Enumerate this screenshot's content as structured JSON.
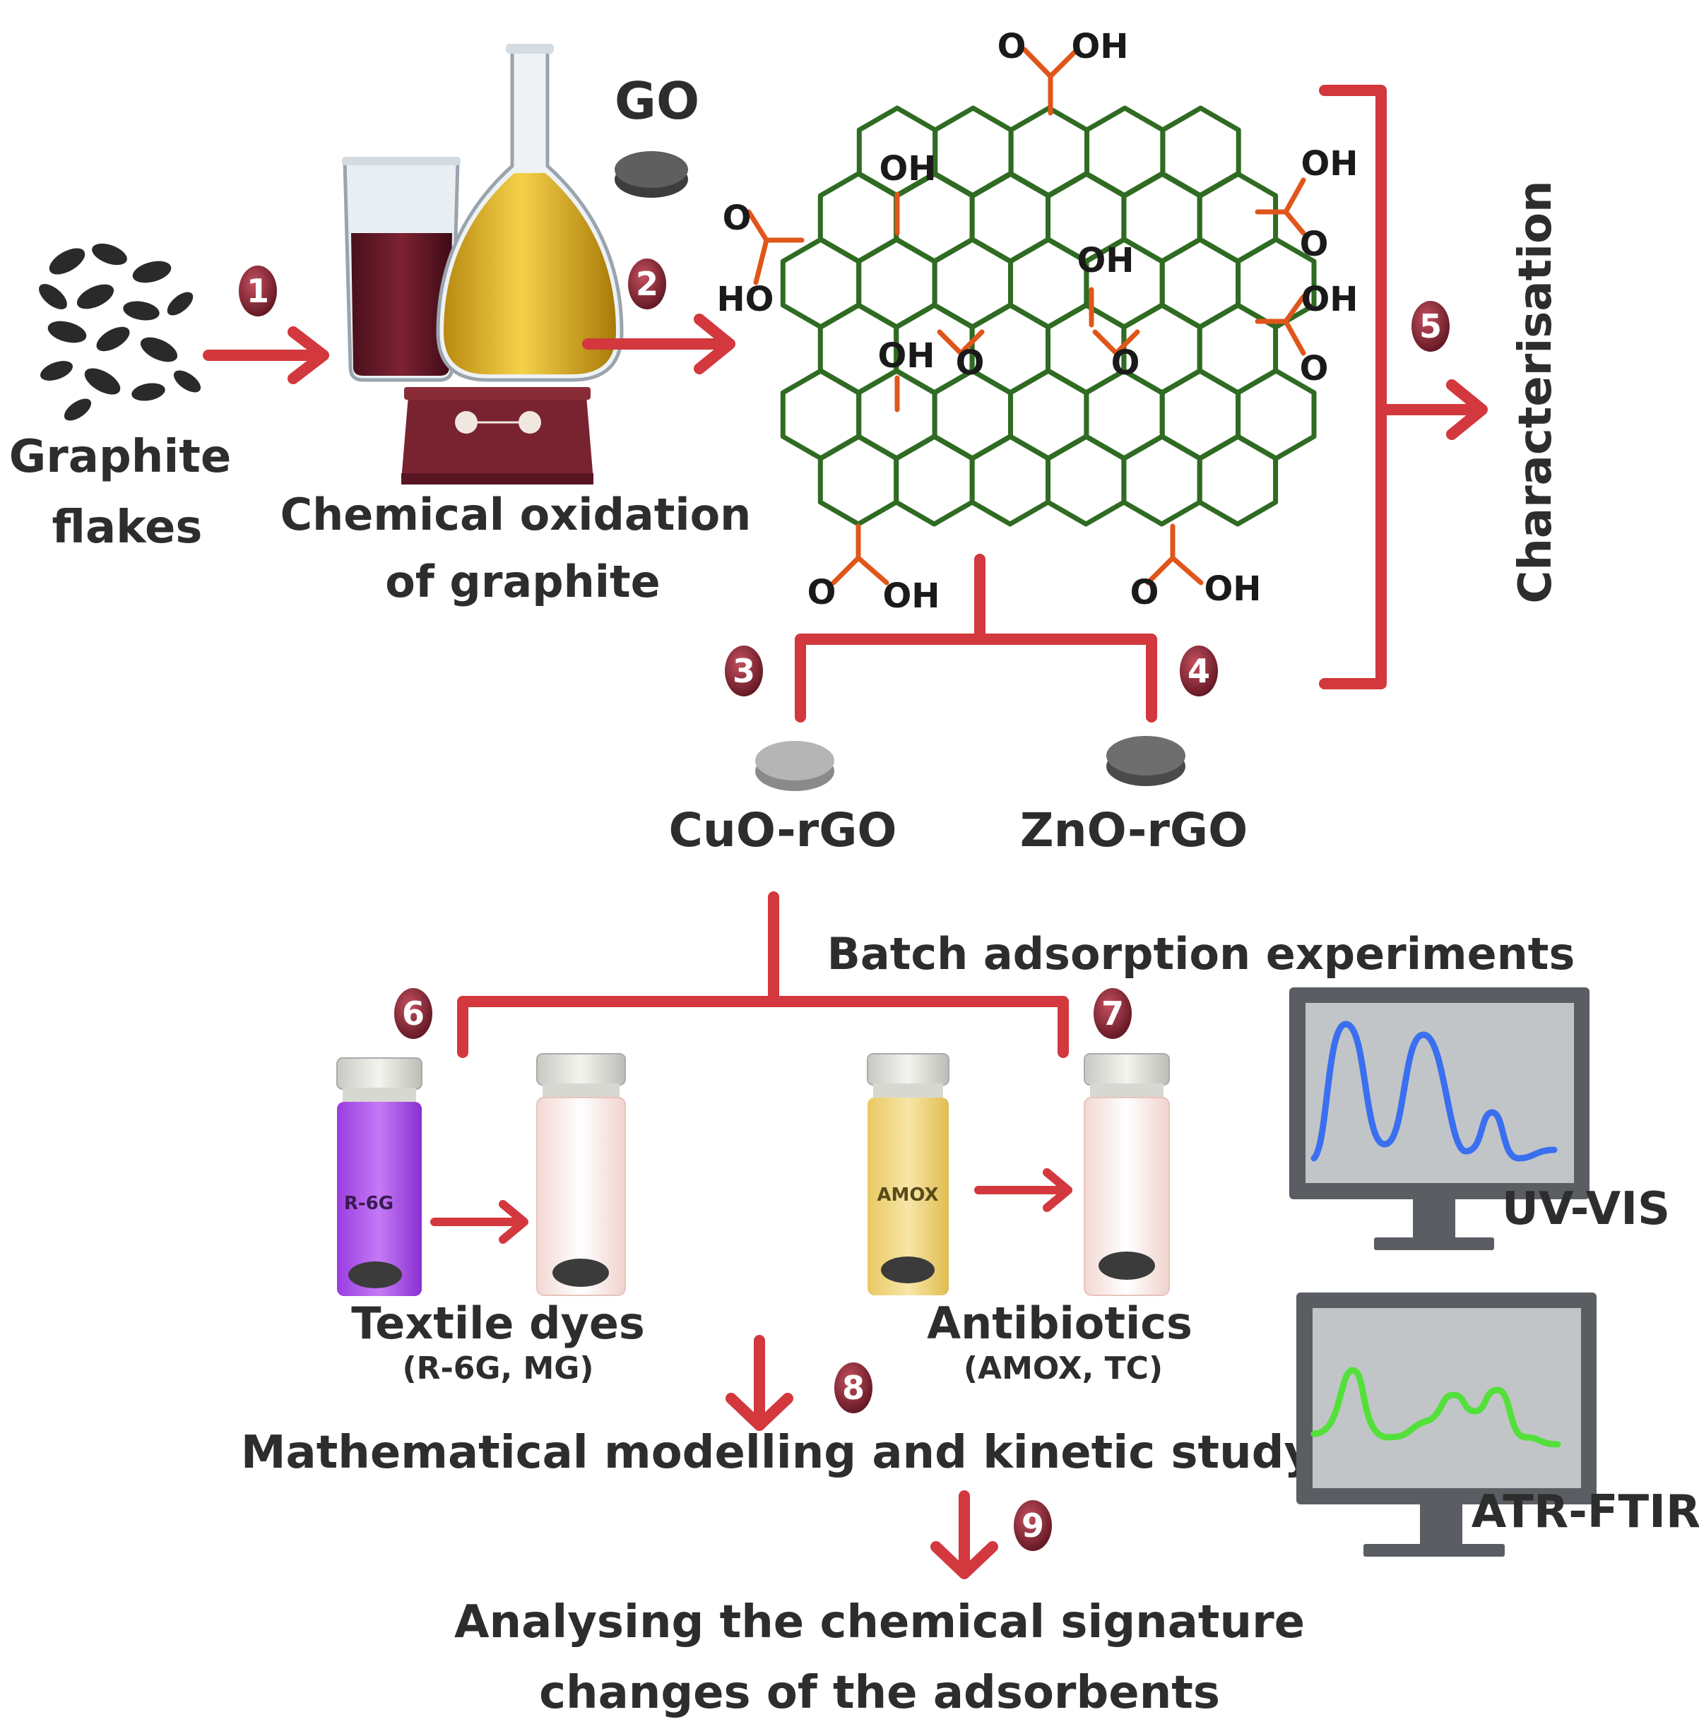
{
  "labels": {
    "graphite_line1": "Graphite",
    "graphite_line2": "flakes",
    "oxidation_line1": "Chemical oxidation",
    "oxidation_line2": "of graphite",
    "go": "GO",
    "characterisation": "Characterisation",
    "cuo": "CuO-rGO",
    "zno": "ZnO-rGO",
    "batch": "Batch adsorption experiments",
    "textile": "Textile dyes",
    "textile_sub": "(R-6G, MG)",
    "antibiotics": "Antibiotics",
    "antibiotics_sub": "(AMOX, TC)",
    "modelling": "Mathematical modelling and kinetic study",
    "analysing_line1": "Analysing the chemical signature",
    "analysing_line2": "changes of the adsorbents",
    "uvvis": "UV-VIS",
    "atrftir": "ATR-FTIR",
    "vial_r6g": "R-6G",
    "vial_amox": "AMOX"
  },
  "chem": {
    "oh": "OH",
    "ho": "HO",
    "o": "O"
  },
  "steps": [
    "1",
    "2",
    "3",
    "4",
    "5",
    "6",
    "7",
    "8",
    "9"
  ],
  "colors": {
    "arrow": "#d2383d",
    "lattice": "#2f6b22",
    "badge": "#7a1f2a",
    "functional": "#e0561a",
    "uv_trace": "#3a6ff0",
    "ftir_trace": "#53e03a"
  }
}
